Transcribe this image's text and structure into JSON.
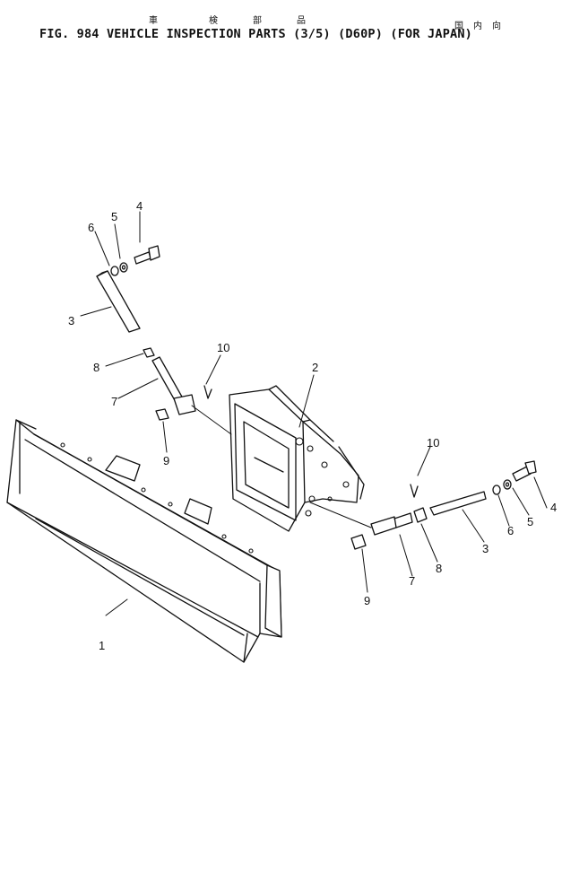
{
  "header": {
    "title": "FIG. 984  VEHICLE  INSPECTION  PARTS  (3/5)  (D60P)  (FOR  JAPAN)",
    "kanji_vehicle_inspection_parts": [
      "車",
      "検",
      "部",
      "品"
    ],
    "kanji_domestic": [
      "国",
      "内",
      "向"
    ]
  },
  "callouts": {
    "blade": "1",
    "frame": "2",
    "rod_left": "3",
    "bolt_left": "4",
    "washer_left": "5",
    "ring_left": "6",
    "stud_left": "7",
    "nut_left": "8",
    "pin_left": "9",
    "cotter_left": "10",
    "rod_right": "3",
    "bolt_right": "4",
    "washer_right": "5",
    "ring_right": "6",
    "stud_right": "7",
    "nut_right": "8",
    "pin_right": "9",
    "cotter_right": "10"
  }
}
